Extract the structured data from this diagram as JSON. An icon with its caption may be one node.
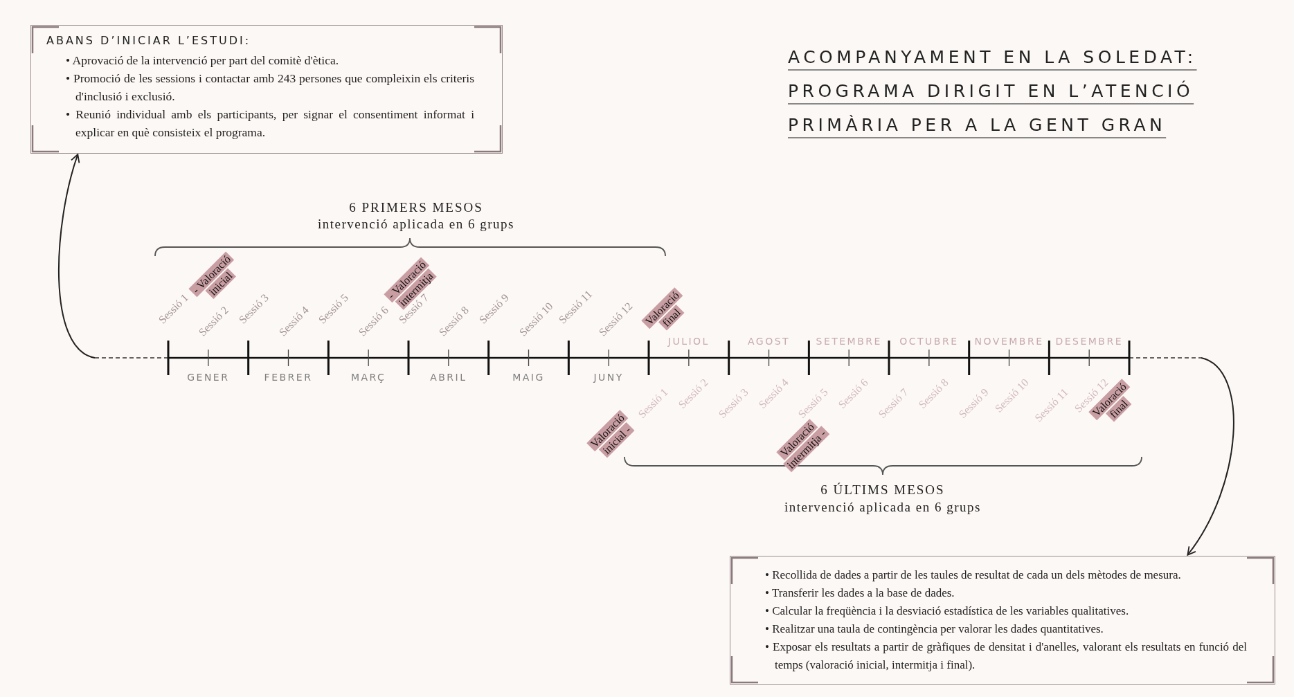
{
  "diagram": {
    "title": "ACOMPANYAMENT EN LA SOLEDAT: PROGRAMA DIRIGIT EN L’ATENCIÓ PRIMÀRIA PER A LA GENT GRAN",
    "nodes": [
      {
        "text": [
          "ABANS D’INICIAR L’ESTUDI:",
          "• Aprovació de la intervenció per part del comitè d'ètica.",
          "• Promoció de les sessions i contactar amb 243 persones que compleixin els criteris d'inclusió i exclusió.",
          "• Reunió individual amb els participants, per signar el consentiment informat i explicar en què consisteix el programa."
        ]
      },
      {
        "text": [
          "• Recollida de dades a partir de les taules de resultat de cada un dels mètodes de mesura.",
          "• Transferir les dades a la base de dades.",
          "• Calcular la freqüència i la desviació estadística de les variables qualitatives.",
          "• Realitzar una taula de contingència per valorar les dades quantitatives.",
          "• Exposar els resultats a partir de gràfiques de densitat i d'anelles, valorant els resultats en funció del temps (valoració inicial, intermitja i final)."
        ]
      },
      {
        "text": [],
        "shape": "bar"
      }
    ],
    "edges": [
      {
        "from": 2,
        "to": 0,
        "arrow": "to"
      },
      {
        "from": 2,
        "to": 1,
        "arrow": "to"
      }
    ],
    "labels": [
      "6 PRIMERS MESOS",
      "intervenció aplicada en 6 grups",
      "- Valoració inicial",
      "- Valoració intermitja",
      "Sessió 1",
      "Sessió 2",
      "Sessió 3",
      "Sessió 4",
      "Sessió 5",
      "Sessió 6",
      "Sessió 7",
      "Sessió 8",
      "Sessió 9",
      "Sessió 10",
      "Sessió 11",
      "Sessió 12",
      "Valoració final",
      "GENER",
      "FEBRER",
      "MARÇ",
      "ABRIL",
      "MAIG",
      "JUNY",
      "JULIOL",
      "AGOST",
      "SETEMBRE",
      "OCTUBRE",
      "NOVEMBRE",
      "DESEMBRE",
      "Sessió 1",
      "Sessió 2",
      "Sessió 3",
      "Sessió 4",
      "Sessió 5",
      "Sessió 6",
      "Sessió 7",
      "Sessió 8",
      "Sessió 9",
      "Sessió 10",
      "Sessió 11",
      "Sessió 12",
      "Valoració inicial -",
      "Valoració intermitja -",
      "Valoració final",
      "6 ÚLTIMS MESOS",
      "intervenció aplicada en 6 grups"
    ]
  }
}
